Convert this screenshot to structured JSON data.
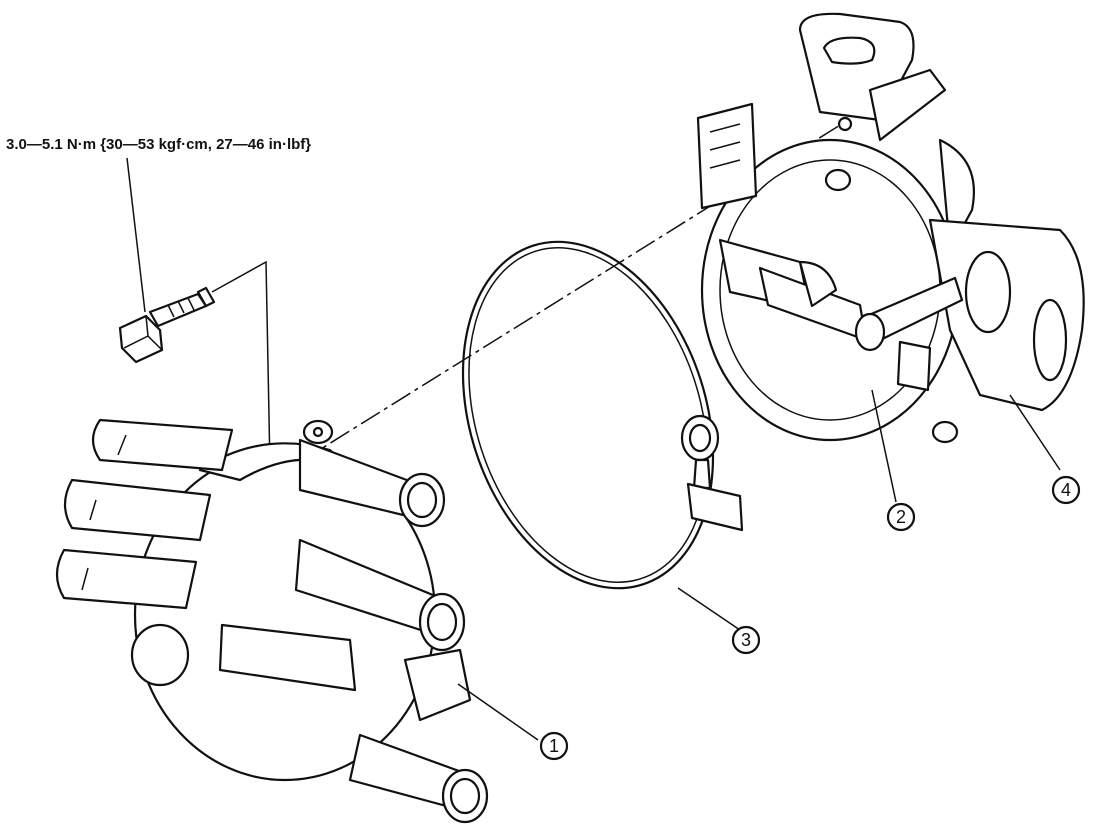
{
  "diagram": {
    "torque_spec": "3.0—5.1 N·m {30—53 kgf·cm, 27—46 in·lbf}",
    "callouts": [
      {
        "id": "1",
        "label": "1"
      },
      {
        "id": "2",
        "label": "2"
      },
      {
        "id": "3",
        "label": "3"
      },
      {
        "id": "4",
        "label": "4"
      }
    ]
  }
}
